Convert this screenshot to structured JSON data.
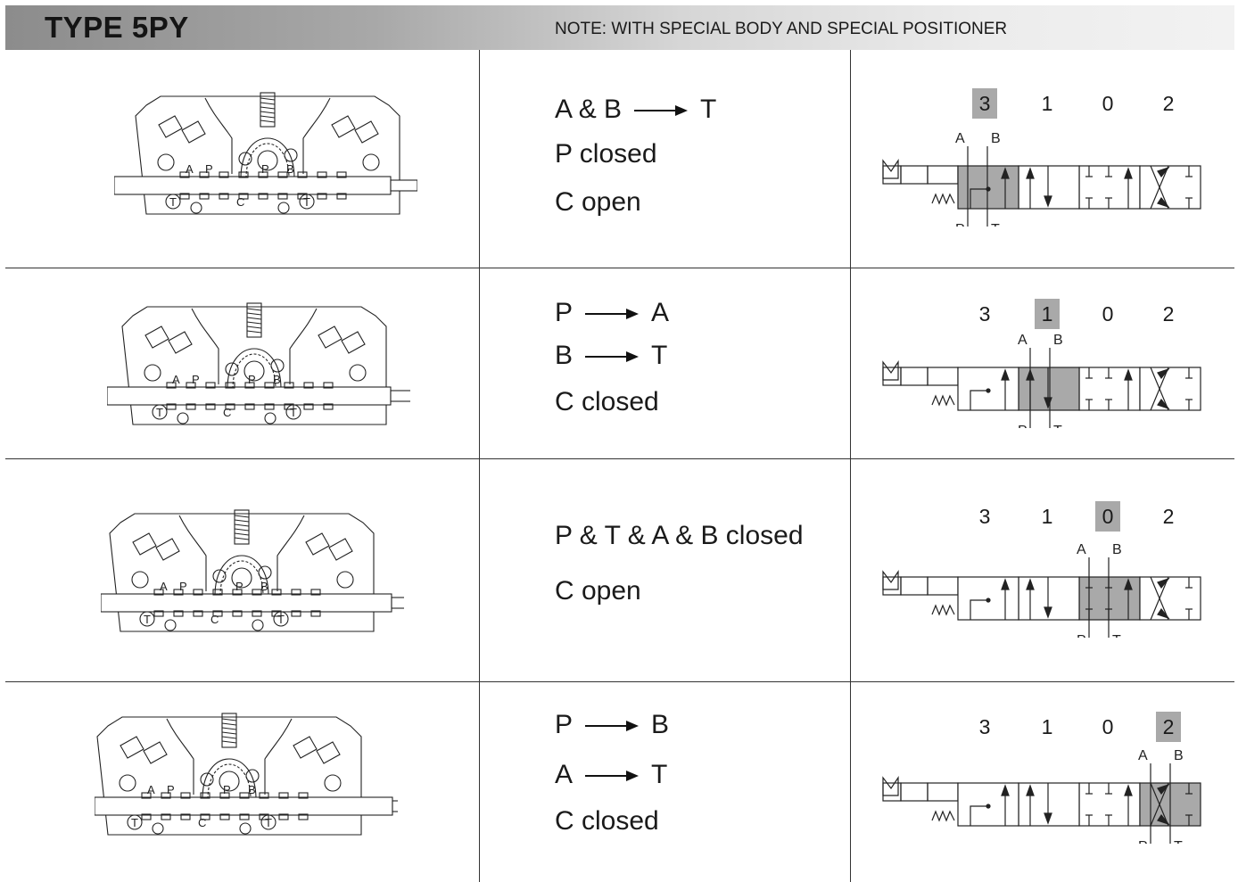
{
  "header": {
    "title": "TYPE 5PY",
    "note": "NOTE: WITH SPECIAL BODY AND SPECIAL POSITIONER"
  },
  "valve_labels": {
    "A": "A",
    "B": "B",
    "P": "P",
    "T": "T",
    "C": "C"
  },
  "positions_order": [
    "3",
    "1",
    "0",
    "2"
  ],
  "colors": {
    "highlight": "#a9a9a9",
    "header_dark": "#8c8c8c",
    "line": "#333333"
  },
  "rows": [
    {
      "active": "3",
      "lines": [
        {
          "text": "A & B",
          "arrow": true,
          "to": "T"
        },
        {
          "text": "P closed"
        },
        {
          "text": "C open"
        }
      ]
    },
    {
      "active": "1",
      "lines": [
        {
          "text": "P",
          "arrow": true,
          "to": "A"
        },
        {
          "text": "B",
          "arrow": true,
          "to": "T"
        },
        {
          "text": "C closed"
        }
      ]
    },
    {
      "active": "0",
      "lines": [
        {
          "text": "P & T & A & B closed"
        },
        {
          "text": "C open"
        }
      ]
    },
    {
      "active": "2",
      "lines": [
        {
          "text": "P",
          "arrow": true,
          "to": "B"
        },
        {
          "text": "A",
          "arrow": true,
          "to": "T"
        },
        {
          "text": "C closed"
        }
      ]
    }
  ]
}
